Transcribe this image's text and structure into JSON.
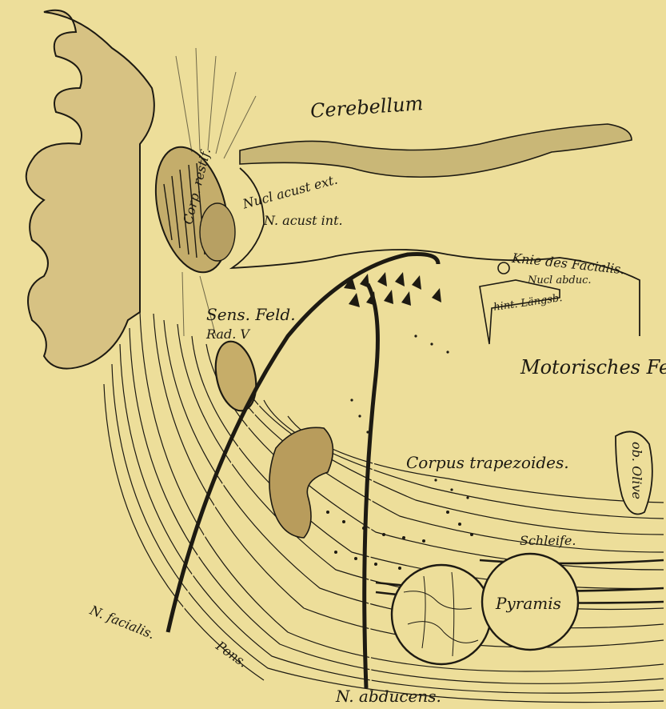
{
  "palette": {
    "paper": "#EDDE9A",
    "ink": "#1d1a12",
    "shade": "#c9b777"
  },
  "labels": {
    "cerebellum": "Cerebellum",
    "corp_restif": "Corp. restif.",
    "nucl_acust_ext": "Nucl acust ext.",
    "n_acust_int": "N. acust int.",
    "knie_des_facialis": "Knie des Facialis.",
    "nucl_abduc": "Nucl abduc.",
    "hint_laengsb": "hint. Längsb.",
    "sens_feld": "Sens. Feld.",
    "rad_v": "Rad. V",
    "motorisches_feld": "Motorisches Feld.",
    "corpus_trapezoides": "Corpus trapezoides.",
    "ob_olive": "ob. Olive",
    "schleife": "Schleife.",
    "pyramis": "Pyramis",
    "n_facialis": "N. facialis.",
    "pons": "Pons.",
    "n_abducens": "N. abducens."
  }
}
